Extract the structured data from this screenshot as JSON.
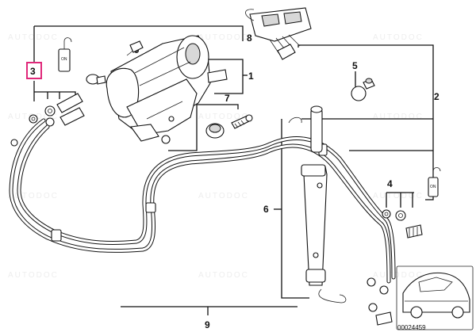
{
  "labels": {
    "l1": "1",
    "l2": "2",
    "l3": "3",
    "l4": "4",
    "l5": "5",
    "l6": "6",
    "l7": "7",
    "l8": "8",
    "l9": "9"
  },
  "clip_tag": "ON",
  "ref_number": "00024459",
  "watermark": "AUTODOC",
  "colors": {
    "highlight": "#e0287a",
    "line": "#111111"
  }
}
